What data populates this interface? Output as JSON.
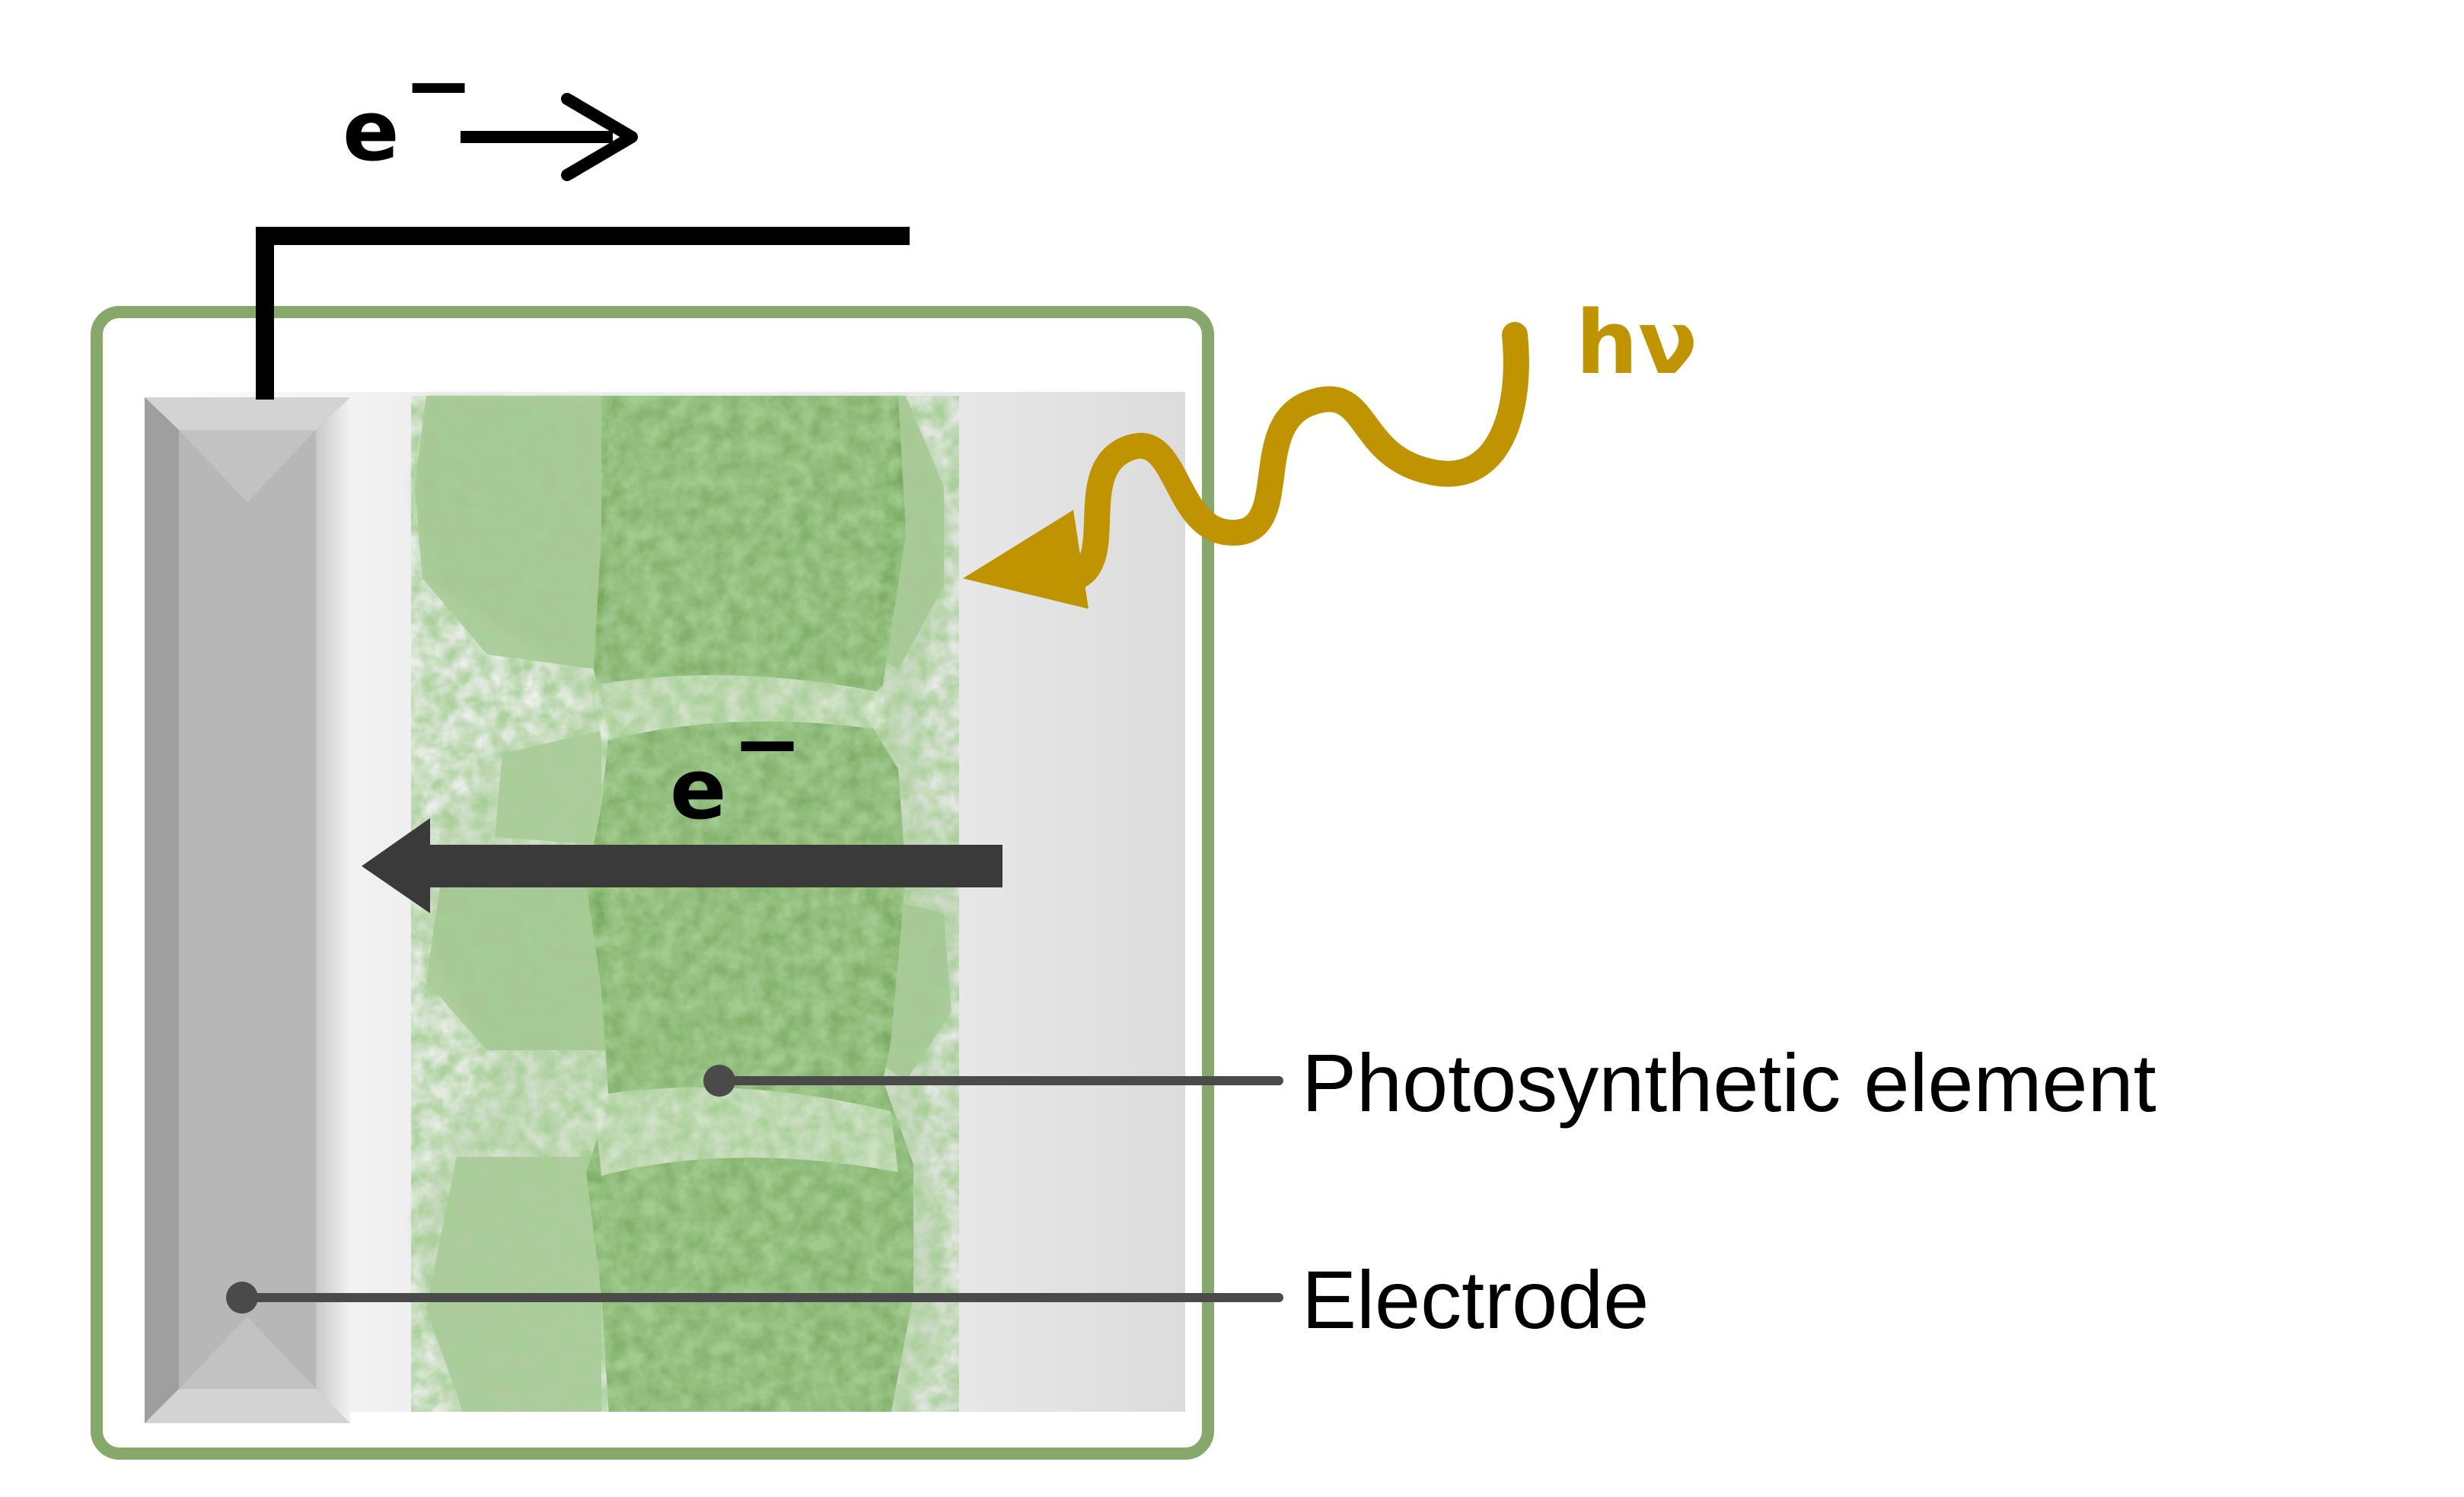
{
  "labels": {
    "electron_top": "e",
    "electron_top_sup": "−",
    "electron_mid": "e",
    "electron_mid_sup": "−",
    "photon": "hν",
    "photosynthetic_element": "Photosynthetic element",
    "electrode": "Electrode"
  },
  "colors": {
    "cell_border": "#86a86a",
    "photon": "#c09400",
    "green_element": "#6aa14e",
    "arrow_dark": "#3a3a3a",
    "wire": "#000000",
    "electrode": "#b5b5b5",
    "leader_line": "#4a4a4a"
  }
}
